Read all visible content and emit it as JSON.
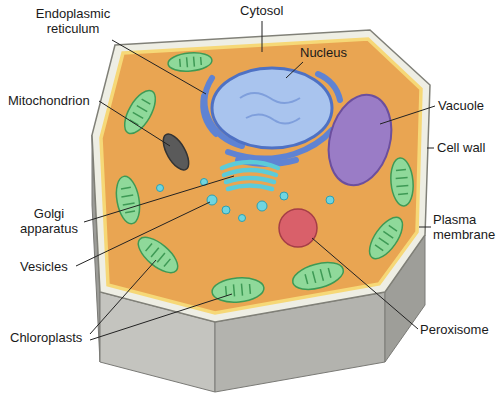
{
  "diagram": {
    "labels": [
      "Endoplasmic reticulum",
      "Cytosol",
      "Nucleus",
      "Mitochondrion",
      "Vacuole",
      "Cell wall",
      "Golgi apparatus",
      "Vesicles",
      "Plasma membrane",
      "Peroxisome",
      "Chloroplasts"
    ]
  }
}
